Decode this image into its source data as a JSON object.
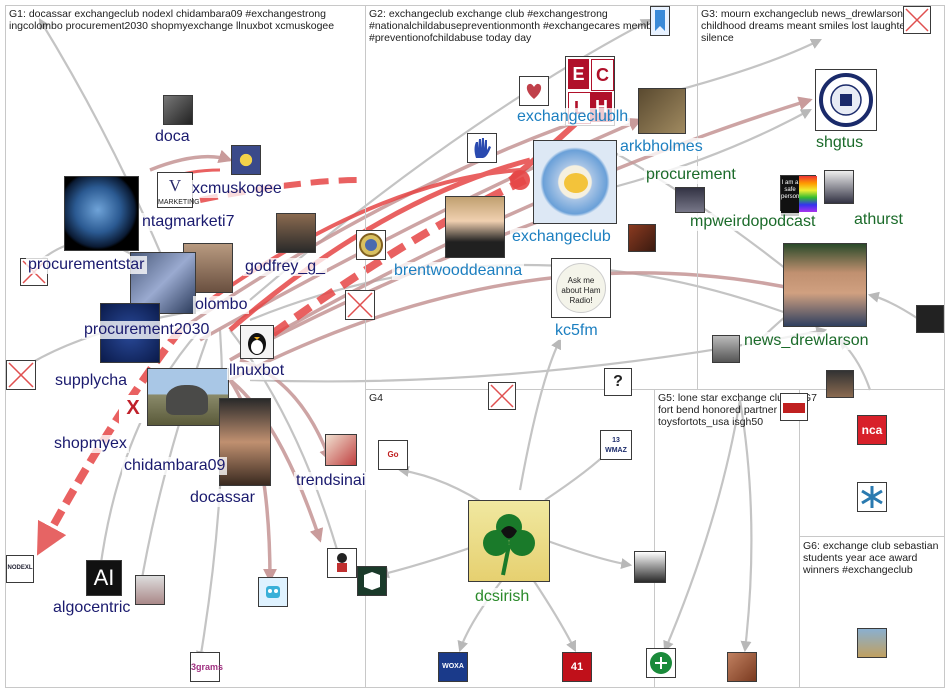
{
  "groups": [
    {
      "id": "G1",
      "header": "G1: docassar exchangeclub nodexl chidambara09 #exchangestrong ingcolombo procurement2030 shopmyexchange llnuxbot xcmuskogee"
    },
    {
      "id": "G2",
      "header": "G2: exchangeclub exchange club #exchangestrong #nationalchildabusepreventionmonth #exchangecares members #preventionofchildabuse today day"
    },
    {
      "id": "G3",
      "header": "G3: mourn exchangeclub news_drewlarson childhood dreams meant smiles lost laughter silence"
    },
    {
      "id": "G4",
      "header": "G4"
    },
    {
      "id": "G5",
      "header": "G5: lone star exchange club fort bend honored partner toysfortots_usa isgh50"
    },
    {
      "id": "G6",
      "header": "G6: exchange club sebastian students year ace award winners #exchangeclub"
    },
    {
      "id": "G7",
      "header": "G7"
    }
  ],
  "labels": {
    "doca": "doca",
    "xcmuskogee": "xcmuskogee",
    "ntagmarketi7": "ntagmarketi7",
    "godfrey": "godfrey_g_",
    "procurementstar": "procurementstar",
    "colombo": "olombo",
    "procurement2030": "procurement2030",
    "llnuxbot": "llnuxbot",
    "supplycha": "supplycha",
    "shopmyex": "shopmyex",
    "chidambara09": "chidambara09",
    "docassar": "docassar",
    "trendsinai": "trendsinai",
    "algocentric": "algocentric",
    "exchangeclublh": "exchangeclublh",
    "arkbholmes": "arkbholmes",
    "exchangeclub": "exchangeclub",
    "brentwooddeanna": "brentwooddeanna",
    "kc5fm": "kc5fm",
    "procurement": "procurement",
    "mpweirdopodcast": "mpweirdopodcast",
    "shgtus": "shgtus",
    "athurst": "athurst",
    "news_drewlarson": "news_drewlarson",
    "dcsirish": "dcsirish"
  },
  "images": {
    "nodexl": "NODEXL",
    "wmaz": "WMAZ",
    "woxa": "WOXA",
    "nca": "nca",
    "marketing": "MARKETING",
    "ai": "AI",
    "ecl": "ECLH",
    "ask": "Ask me about Ham Radio!",
    "safe": "I am a safe person",
    "x": "X"
  }
}
